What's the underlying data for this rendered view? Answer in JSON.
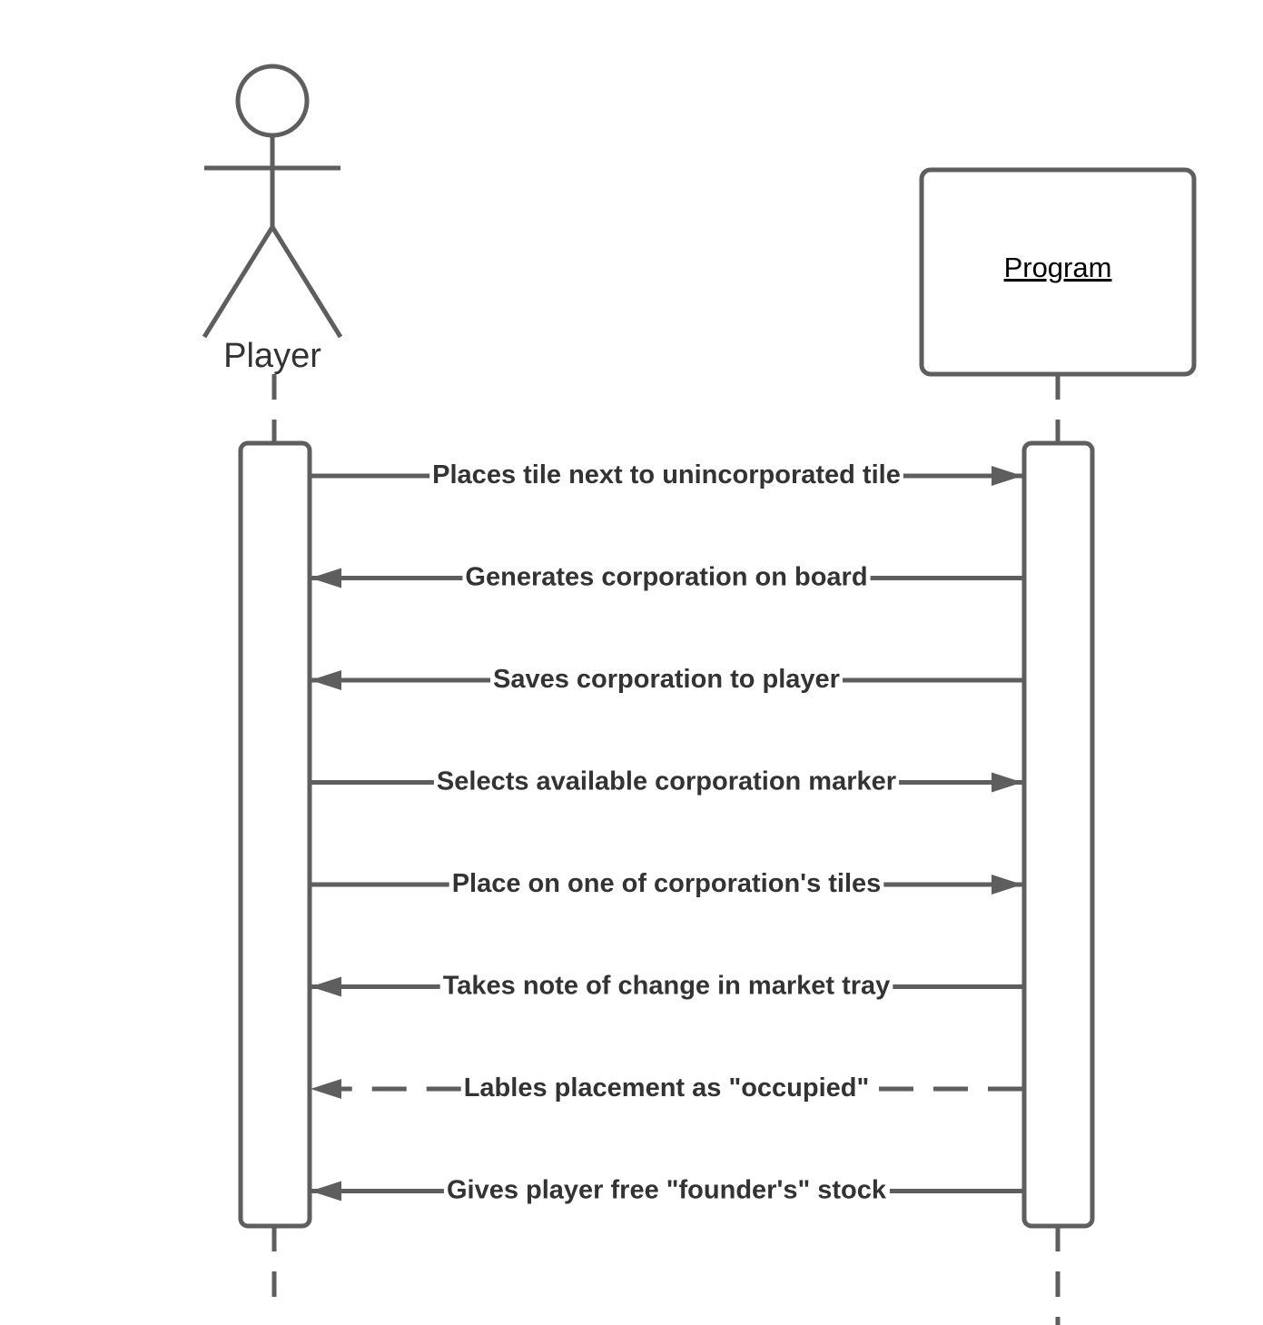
{
  "colors": {
    "line": "#5e5e5e",
    "text": "#333333",
    "background": "#ffffff"
  },
  "actor": {
    "label": "Player",
    "icon": "stick-figure-icon"
  },
  "object": {
    "label": "Program"
  },
  "messages": [
    {
      "text": "Places tile next to unincorporated tile",
      "direction": "to-program",
      "style": "solid"
    },
    {
      "text": "Generates corporation on board",
      "direction": "to-player",
      "style": "solid"
    },
    {
      "text": "Saves corporation to player",
      "direction": "to-player",
      "style": "solid"
    },
    {
      "text": "Selects available corporation marker",
      "direction": "to-program",
      "style": "solid"
    },
    {
      "text": "Place on one of corporation's tiles",
      "direction": "to-program",
      "style": "solid"
    },
    {
      "text": "Takes note of change in market tray",
      "direction": "to-player",
      "style": "solid"
    },
    {
      "text": "Lables placement as \"occupied\"",
      "direction": "to-player",
      "style": "dashed"
    },
    {
      "text": "Gives player free \"founder's\" stock",
      "direction": "to-player",
      "style": "solid"
    }
  ]
}
